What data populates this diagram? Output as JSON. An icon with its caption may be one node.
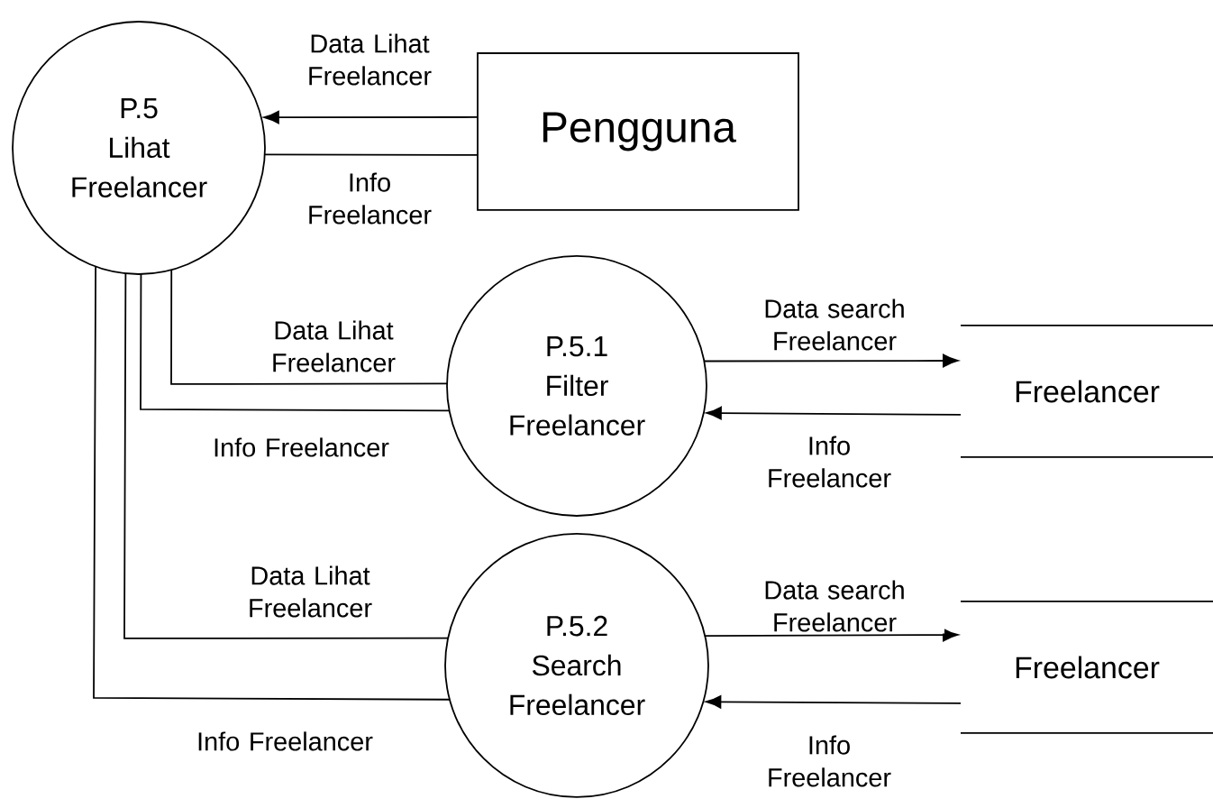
{
  "diagram": {
    "nodes": [
      {
        "text": [
          "P.5",
          "Lihat Freelancer"
        ]
      },
      {
        "text": [
          "Pengguna"
        ]
      },
      {
        "text": [
          "P.5.1",
          "Filter Freelancer"
        ]
      },
      {
        "text": [
          "Freelancer"
        ]
      },
      {
        "text": [
          "P.5.2",
          "Search Freelancer"
        ]
      },
      {
        "text": [
          "Freelancer"
        ]
      }
    ],
    "edges": [
      {
        "from": 1,
        "to": 0,
        "arrow": "to",
        "label": "Data Lihat Freelancer"
      },
      {
        "from": 0,
        "to": 1,
        "arrow": "none",
        "label": "Info Freelancer"
      },
      {
        "from": 0,
        "to": 2,
        "arrow": "none",
        "label": "Data Lihat Freelancer"
      },
      {
        "from": 2,
        "to": 0,
        "arrow": "none",
        "label": "Info Freelancer"
      },
      {
        "from": 2,
        "to": 3,
        "arrow": "to",
        "label": "Data search Freelancer"
      },
      {
        "from": 3,
        "to": 2,
        "arrow": "to",
        "label": "Info Freelancer"
      },
      {
        "from": 0,
        "to": 4,
        "arrow": "none",
        "label": "Data Lihat Freelancer"
      },
      {
        "from": 4,
        "to": 0,
        "arrow": "none",
        "label": "Info Freelancer"
      },
      {
        "from": 4,
        "to": 5,
        "arrow": "to",
        "label": "Data search Freelancer"
      },
      {
        "from": 5,
        "to": 4,
        "arrow": "to",
        "label": "Info Freelancer"
      }
    ]
  }
}
